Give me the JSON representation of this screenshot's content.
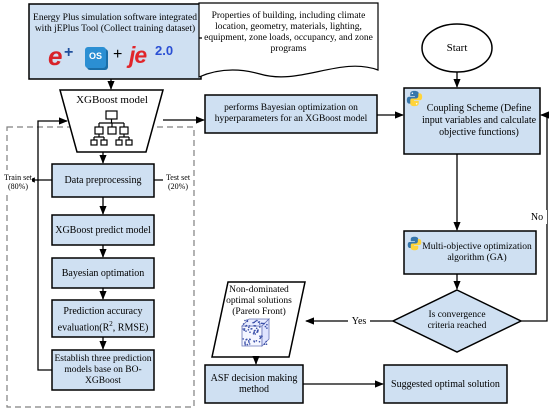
{
  "colors": {
    "box_fill": "#cfe0f2",
    "stroke": "#000000",
    "dashed_border": "#808080",
    "pareto_points": "#3a4fa8",
    "python_blue": "#3776ab",
    "python_yellow": "#ffd43b",
    "energyplus_red": "#d8232a",
    "os_blue": "#2b8fd3",
    "jeplus_red": "#e1252b",
    "jeplus_blue": "#2a4fd4"
  },
  "energyplus_box": {
    "text": "Energy Plus simulation software integrated with jEPlus Tool (Collect training dataset)",
    "logos": {
      "plus": "+",
      "os": "OS",
      "je": "je",
      "version": "2.0"
    }
  },
  "building_properties": {
    "text": "Properties of building, including climate location, geometry, materials, lighting, equipment, zone loads, occupancy, and zone programs"
  },
  "start": {
    "text": "Start"
  },
  "xgboost_model": {
    "text": "XGBoost model",
    "icon": "hierarchy-icon"
  },
  "bayesian_opt_note": {
    "text": "performs Bayesian optimization on hyperparameters for an XGBoost model"
  },
  "coupling_scheme": {
    "text": "Coupling Scheme (Define input variables and calculate objective functions)",
    "icon": "python-icon"
  },
  "train_set": {
    "text": "Train set (80%)"
  },
  "test_set": {
    "text": "Test set (20%)"
  },
  "steps": [
    {
      "text": "Data preprocessing"
    },
    {
      "text": "XGBoost predict model"
    },
    {
      "text": "Bayesian optimation"
    },
    {
      "text_main": "Prediction accuracy evaluation(R",
      "text_sup": "2",
      "text_end": ", RMSE)"
    },
    {
      "text": "Establish three prediction models base on BO-XGBoost"
    }
  ],
  "moga": {
    "text": "Multi-objective optimization algorithm (GA)",
    "icon": "python-icon"
  },
  "convergence": {
    "text": "Is convergence criteria reached"
  },
  "no_label": {
    "text": "No"
  },
  "yes_label": {
    "text": "Yes"
  },
  "pareto": {
    "text": "Non-dominated optimal solutions (Pareto Front)",
    "icon": "pareto-cube-icon"
  },
  "asf": {
    "text": "ASF decision making method"
  },
  "suggested": {
    "text": "Suggested optimal solution"
  }
}
